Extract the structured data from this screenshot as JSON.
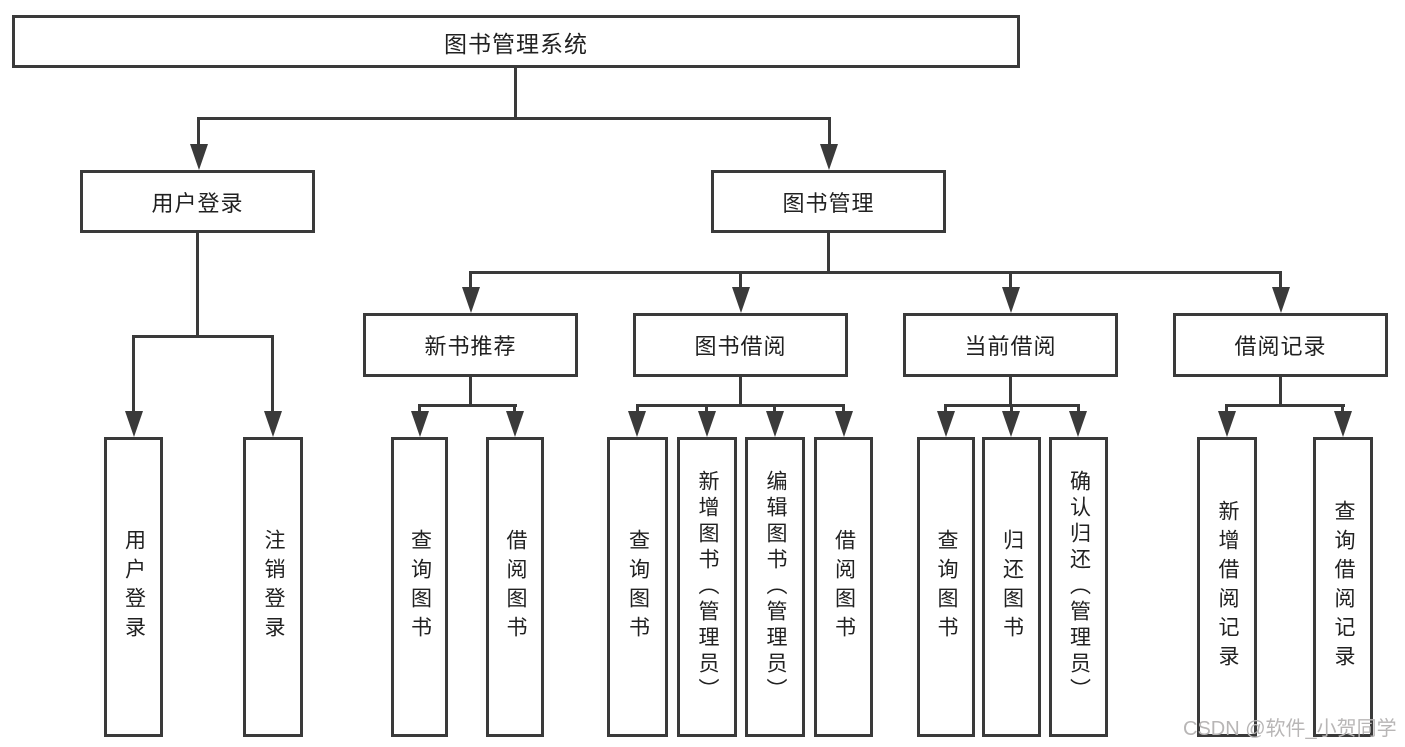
{
  "nodes": {
    "root": "图书管理系统",
    "userLogin": "用户登录",
    "bookMgmt": "图书管理",
    "leafUserLogin": "用户登录",
    "leafLogout": "注销登录",
    "newBooks": "新书推荐",
    "borrow": "图书借阅",
    "current": "当前借阅",
    "records": "借阅记录",
    "nbQuery": "查询图书",
    "nbBorrow": "借阅图书",
    "bwQuery": "查询图书",
    "bwAdd": "新增图书（管理员）",
    "bwEdit": "编辑图书（管理员）",
    "bwBorrow": "借阅图书",
    "cuQuery": "查询图书",
    "cuReturn": "归还图书",
    "cuConfirm": "确认归还（管理员）",
    "rcAdd": "新增借阅记录",
    "rcQuery": "查询借阅记录"
  },
  "watermark": "CSDN @软件_小贺同学",
  "colors": {
    "line": "#3a3a3a",
    "text": "#212121",
    "watermark": "#b8b6b6"
  }
}
